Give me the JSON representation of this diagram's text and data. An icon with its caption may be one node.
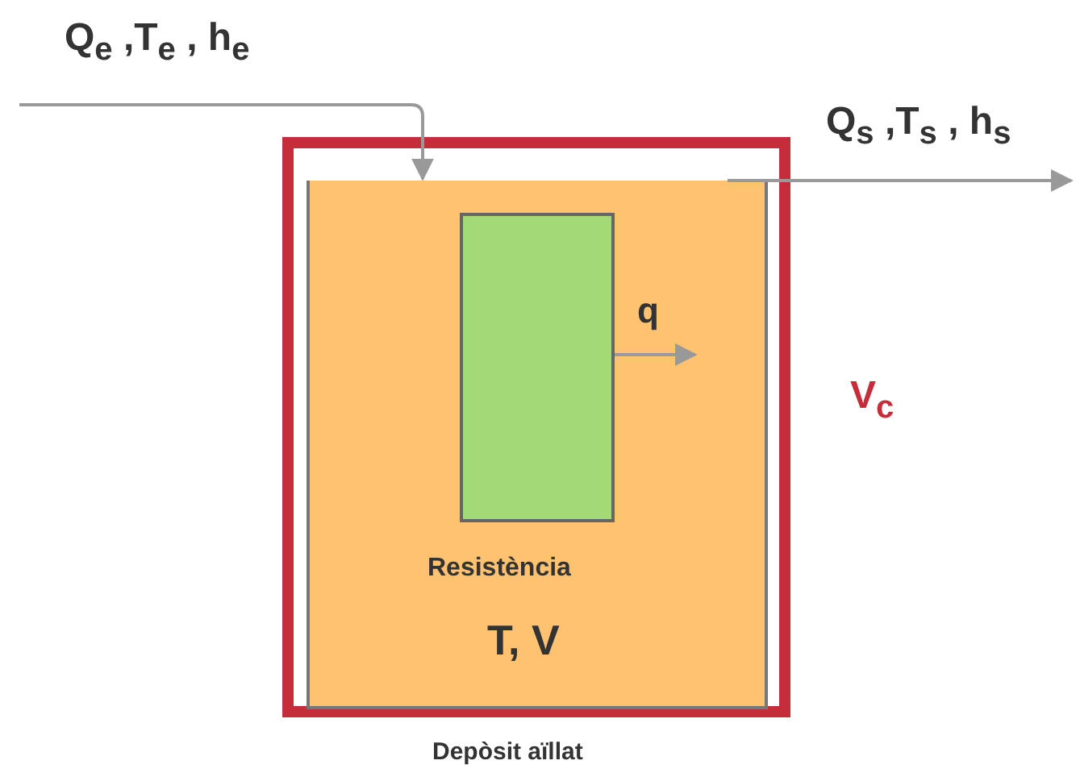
{
  "diagram": {
    "nodes": [
      {
        "text": [
          "V$_{c}$"
        ]
      },
      {
        "text": [
          "T, V"
        ],
        "beside": [
          "Depòsit aïllat"
        ],
        "in": 0
      },
      {
        "text": [
          "Resistència"
        ],
        "in": 1
      }
    ],
    "edges": [
      {
        "from": null,
        "to": 1,
        "arrow": "to",
        "label": "Q$_{e}$ ,T$_{e}$ , h$_{e}$"
      },
      {
        "from": 1,
        "to": null,
        "arrow": "to",
        "label": "Q$_{s}$ ,T$_{s}$ , h$_{s}$"
      },
      {
        "from": 2,
        "to": 1,
        "arrow": "to",
        "label": "q"
      }
    ]
  }
}
